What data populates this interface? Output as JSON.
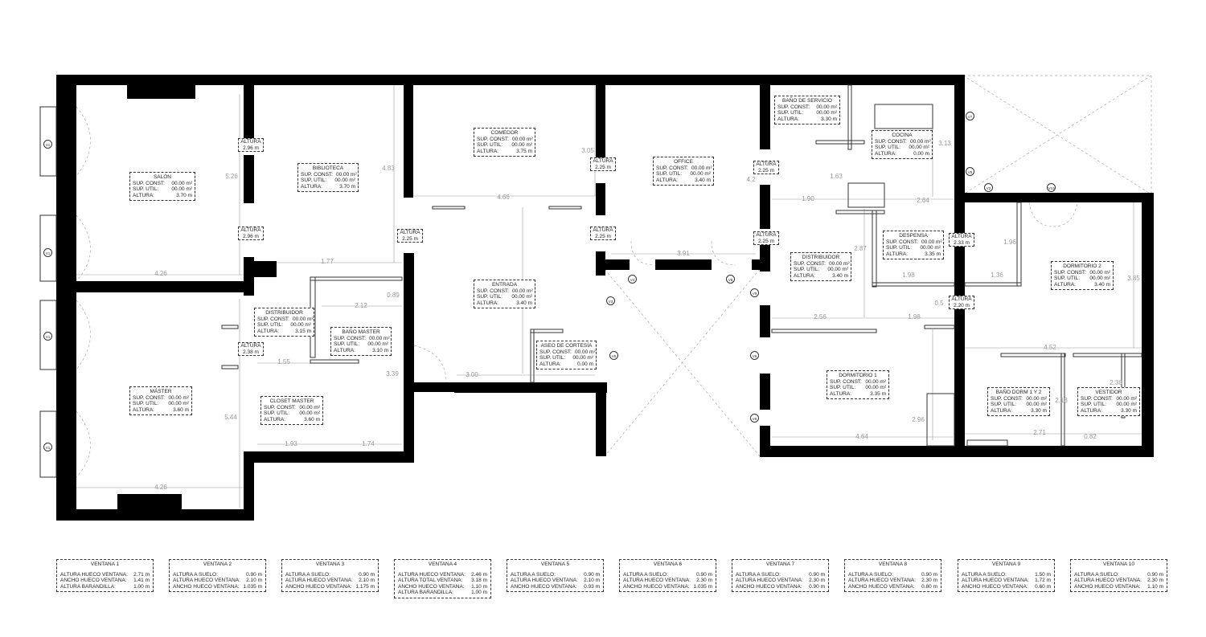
{
  "rooms": [
    {
      "id": "salon",
      "name": "SALÓN",
      "rows": [
        [
          "SUP. CONST:",
          "00.00 m²"
        ],
        [
          "SUP. UTIL:",
          "00.00 m²"
        ],
        [
          "ALTURA:",
          "3.70 m"
        ]
      ]
    },
    {
      "id": "biblioteca",
      "name": "BIBLIOTECA",
      "rows": [
        [
          "SUP. CONST:",
          "00.00 m²"
        ],
        [
          "SUP. UTIL:",
          "00.00 m²"
        ],
        [
          "ALTURA:",
          "3.70 m"
        ]
      ]
    },
    {
      "id": "comedor",
      "name": "COMEDOR",
      "rows": [
        [
          "SUP. CONST:",
          "00.00 m²"
        ],
        [
          "SUP. UTIL:",
          "00.00 m²"
        ],
        [
          "ALTURA:",
          "3.75 m"
        ]
      ]
    },
    {
      "id": "office",
      "name": "OFFICE",
      "rows": [
        [
          "SUP. CONST:",
          "00.00 m²"
        ],
        [
          "SUP. UTIL:",
          "00.00 m²"
        ],
        [
          "ALTURA:",
          "3.40 m"
        ]
      ]
    },
    {
      "id": "bano_servicio",
      "name": "BAÑO DE SERVICIO",
      "rows": [
        [
          "SUP. CONST:",
          "00.00 m²"
        ],
        [
          "SUP. UTIL:",
          "00.00 m²"
        ],
        [
          "ALTURA:",
          "3.30 m"
        ]
      ]
    },
    {
      "id": "cocina",
      "name": "COCINA",
      "rows": [
        [
          "SUP. CONST:",
          "00.00 m²"
        ],
        [
          "SUP. UTIL:",
          "00.00 m²"
        ],
        [
          "ALTURA:",
          "0.00 m"
        ]
      ]
    },
    {
      "id": "despensa",
      "name": "DESPENSA",
      "rows": [
        [
          "SUP. CONST:",
          "00.00 m²"
        ],
        [
          "SUP. UTIL:",
          "00.00 m²"
        ],
        [
          "ALTURA:",
          "3.35 m"
        ]
      ]
    },
    {
      "id": "distribuidor_este",
      "name": "DISTRIBUIDOR",
      "rows": [
        [
          "SUP. CONST:",
          "00.00 m²"
        ],
        [
          "SUP. UTIL:",
          "00.00 m²"
        ],
        [
          "ALTURA:",
          "3.40 m"
        ]
      ]
    },
    {
      "id": "dormitorio2",
      "name": "DORMITORIO 2",
      "rows": [
        [
          "SUP. CONST:",
          "00.00 m²"
        ],
        [
          "SUP. UTIL:",
          "00.00 m²"
        ],
        [
          "ALTURA:",
          "3.40 m"
        ]
      ]
    },
    {
      "id": "entrada",
      "name": "ENTRADA",
      "rows": [
        [
          "SUP. CONST:",
          "00.00 m²"
        ],
        [
          "SUP. UTIL:",
          "00.00 m²"
        ],
        [
          "ALTURA:",
          "3.40 m"
        ]
      ]
    },
    {
      "id": "aseo",
      "name": "ASEO DE CORTESÍA",
      "rows": [
        [
          "SUP. CONST:",
          "00.00 m²"
        ],
        [
          "SUP. UTIL:",
          "00.00 m²"
        ],
        [
          "ALTURA:",
          "0.00 m"
        ]
      ]
    },
    {
      "id": "distribuidor_oeste",
      "name": "DISTRIBUIDOR",
      "rows": [
        [
          "SUP. CONST:",
          "00.00 m²"
        ],
        [
          "SUP. UTIL:",
          "00.00 m²"
        ],
        [
          "ALTURA:",
          "3.15 m"
        ]
      ]
    },
    {
      "id": "bano_master",
      "name": "BAÑO MASTER",
      "rows": [
        [
          "SUP. CONST:",
          "00.00 m²"
        ],
        [
          "SUP. UTIL:",
          "00.00 m²"
        ],
        [
          "ALTURA:",
          "3.10 m"
        ]
      ]
    },
    {
      "id": "master",
      "name": "MÁSTER",
      "rows": [
        [
          "SUP. CONST:",
          "00.00 m²"
        ],
        [
          "SUP. UTIL:",
          "00.00 m²"
        ],
        [
          "ALTURA:",
          "3.60 m"
        ]
      ]
    },
    {
      "id": "closet",
      "name": "CLOSET MASTER",
      "rows": [
        [
          "SUP. CONST:",
          "00.00 m²"
        ],
        [
          "SUP. UTIL:",
          "00.00 m²"
        ],
        [
          "ALTURA:",
          "3.60 m"
        ]
      ]
    },
    {
      "id": "dormitorio1",
      "name": "DORMITORIO 1",
      "rows": [
        [
          "SUP. CONST:",
          "00.00 m²"
        ],
        [
          "SUP. UTIL:",
          "00.00 m²"
        ],
        [
          "ALTURA:",
          "3.35 m"
        ]
      ]
    },
    {
      "id": "bano_dorm",
      "name": "BAÑO DORM 1 Y 2",
      "rows": [
        [
          "SUP. CONST:",
          "00.00 m²"
        ],
        [
          "SUP. UTIL:",
          "00.00 m²"
        ],
        [
          "ALTURA:",
          "3.30 m"
        ]
      ]
    },
    {
      "id": "vestidor",
      "name": "VESTIDOR",
      "rows": [
        [
          "SUP. CONST:",
          "00.00 m²"
        ],
        [
          "SUP. UTIL:",
          "00.00 m²"
        ],
        [
          "ALTURA:",
          "3.30 m"
        ]
      ]
    }
  ],
  "heights": {
    "label": "ALTURA",
    "values": [
      "2.96 m",
      "2.96 m",
      "2.38 m",
      "2.25 m",
      "2.25 m",
      "2.25 m",
      "2.25 m",
      "2.25 m",
      "2.33 m",
      "2.20 m"
    ]
  },
  "dimensions": [
    "5.26",
    "4.83",
    "4.26",
    "1.77",
    "0.89",
    "2.12",
    "1.55",
    "3.39",
    "1.93",
    "1.74",
    "5.44",
    "4.26",
    "3.05",
    "4.66",
    "3.00",
    "3.91",
    "4.2",
    "1.63",
    "1.90",
    "2.64",
    "3.13",
    "2.87",
    "1.98",
    "1.96",
    "1.36",
    "3.85",
    "0.5",
    "2.56",
    "1.98",
    "4.52",
    "2.18",
    "2.38",
    "2.96",
    "4.64",
    "2.71",
    "0.82"
  ],
  "window_tags": [
    "V1",
    "V1",
    "V1",
    "V1",
    "V2",
    "V3",
    "V4",
    "V5",
    "V5",
    "V6",
    "V6",
    "V7",
    "V8",
    "V9",
    "V10"
  ],
  "windows": [
    {
      "title": "VENTANA 1",
      "rows": [
        [
          "ALTURA HUECO VENTANA:",
          "2.71 m"
        ],
        [
          "ANCHO HUECO VENTANA:",
          "1.41 m"
        ],
        [
          "ALTURA BARANDILLA:",
          "1.00 m"
        ]
      ]
    },
    {
      "title": "VENTANA 2",
      "rows": [
        [
          "ALTURA A SUELO:",
          "0.90 m"
        ],
        [
          "ALTURA HUECO VENTANA:",
          "2.10 m"
        ],
        [
          "ANCHO HUECO VENTANA:",
          "1.035 m"
        ]
      ]
    },
    {
      "title": "VENTANA 3",
      "rows": [
        [
          "ALTURA A SUELO:",
          "0.90 m"
        ],
        [
          "ALTURA HUECO VENTANA:",
          "2.10 m"
        ],
        [
          "ANCHO HUECO VENTANA:",
          "1.175 m"
        ]
      ]
    },
    {
      "title": "VENTANA 4",
      "rows": [
        [
          "ALTURA HUECO VENTANA:",
          "2.46 m"
        ],
        [
          "ALTURA TOTAL VENTANA:",
          "3.18 m"
        ],
        [
          "ANCHO HUECO VENTANA:",
          "1.10 m"
        ],
        [
          "ALTURA BARANDILLA:",
          "1.00 m"
        ]
      ]
    },
    {
      "title": "VENTANA 5",
      "rows": [
        [
          "ALTURA A SUELO:",
          "0.90 m"
        ],
        [
          "ALTURA HUECO VENTANA:",
          "2.10 m"
        ],
        [
          "ANCHO HUECO VENTANA:",
          "0.93 m"
        ]
      ]
    },
    {
      "title": "VENTANA 6",
      "rows": [
        [
          "ALTURA A SUELO:",
          "0.90 m"
        ],
        [
          "ALTURA HUECO VENTANA:",
          "2.30 m"
        ],
        [
          "ANCHO HUECO VENTANA:",
          "1.035 m"
        ]
      ]
    },
    {
      "title": "VENTANA 7",
      "rows": [
        [
          "ALTURA A SUELO:",
          "0.90 m"
        ],
        [
          "ALTURA HUECO VENTANA:",
          "2.30 m"
        ],
        [
          "ANCHO HUECO VENTANA:",
          "0.90 m"
        ]
      ]
    },
    {
      "title": "VENTANA 8",
      "rows": [
        [
          "ALTURA A SUELO:",
          "0.90 m"
        ],
        [
          "ALTURA HUECO VENTANA:",
          "2.30 m"
        ],
        [
          "ANCHO HUECO VENTANA:",
          "0.80 m"
        ]
      ]
    },
    {
      "title": "VENTANA 9",
      "rows": [
        [
          "ALTURA A SUELO:",
          "1.50 m"
        ],
        [
          "ALTURA HUECO VENTANA:",
          "1.72 m"
        ],
        [
          "ANCHO HUECO VENTANA:",
          "0.60 m"
        ]
      ]
    },
    {
      "title": "VENTANA 10",
      "rows": [
        [
          "ALTURA A SUELO:",
          "0.90 m"
        ],
        [
          "ALTURA HUECO VENTANA:",
          "2.30 m"
        ],
        [
          "ANCHO HUECO VENTANA:",
          "1.10 m"
        ]
      ]
    }
  ]
}
